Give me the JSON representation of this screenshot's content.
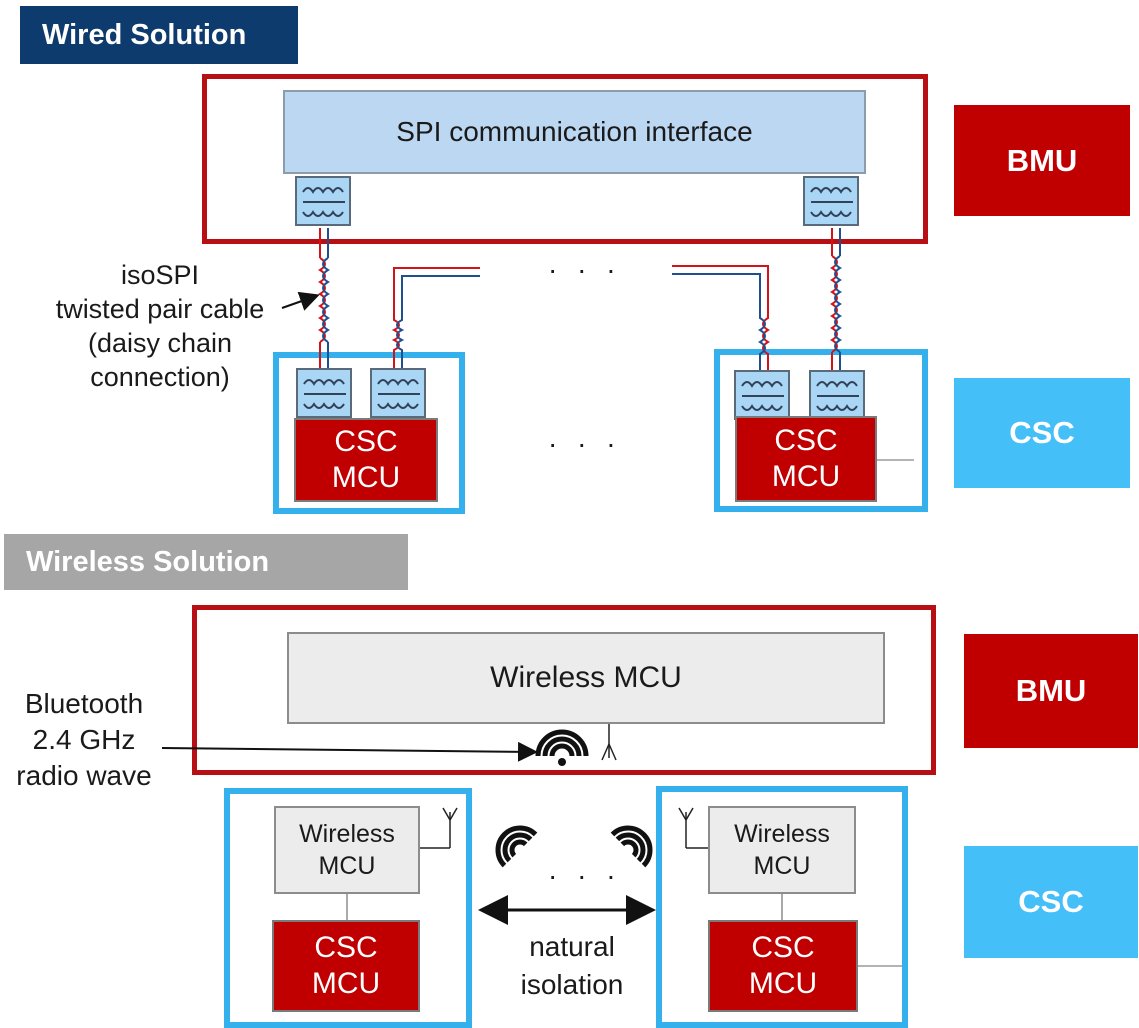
{
  "wired": {
    "title": "Wired Solution",
    "spi_label": "SPI communication interface",
    "cable_note": [
      "isoSPI",
      "twisted pair cable",
      "(daisy chain",
      "connection)"
    ],
    "csc_mcu_line1": "CSC",
    "csc_mcu_line2": "MCU",
    "ellipsis": "· · ·",
    "bmu_label": "BMU",
    "csc_label": "CSC"
  },
  "wireless": {
    "title": "Wireless Solution",
    "wireless_mcu_label": "Wireless MCU",
    "node_mcu_line1": "Wireless",
    "node_mcu_line2": "MCU",
    "radio_note": [
      "Bluetooth",
      "2.4 GHz",
      "radio wave"
    ],
    "csc_mcu_line1": "CSC",
    "csc_mcu_line2": "MCU",
    "ellipsis": "· · ·",
    "isolation_note": [
      "natural",
      "isolation"
    ],
    "bmu_label": "BMU",
    "csc_label": "CSC"
  },
  "colors": {
    "navy": "#0e3b6e",
    "red": "#c00000",
    "light_blue": "#45bff7",
    "gray": "#a6a6a6"
  }
}
